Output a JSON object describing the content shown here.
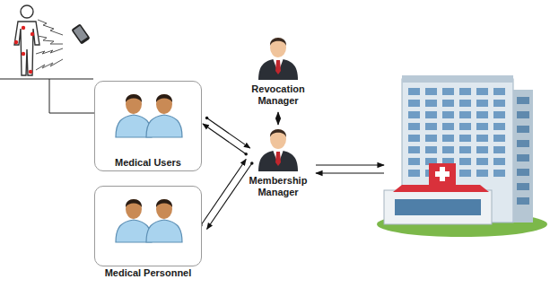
{
  "diagram": {
    "nodes": [
      {
        "text": [
          "Medical Users"
        ]
      },
      {
        "text": [
          "Medical Personnel"
        ]
      },
      {
        "text": [
          "Revocation Manager"
        ]
      },
      {
        "text": [
          "Membership Manager"
        ]
      }
    ],
    "edges": [
      {
        "from": 0,
        "to": 3,
        "arrow": "to"
      },
      {
        "from": 3,
        "to": 0,
        "arrow": "to"
      },
      {
        "from": 1,
        "to": 3,
        "arrow": "to"
      },
      {
        "from": 3,
        "to": 1,
        "arrow": "to"
      },
      {
        "from": 2,
        "to": 3,
        "arrow": "both"
      }
    ]
  }
}
